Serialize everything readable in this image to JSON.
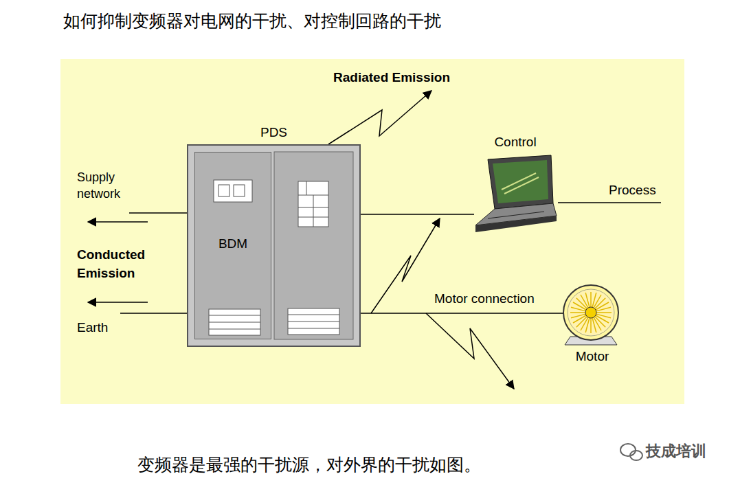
{
  "diagram": {
    "title": "如何抑制变频器对电网的干扰、对控制回路的干扰",
    "caption": "变频器是最强的干扰源，对外界的干扰如图。",
    "nodes": [
      {
        "text": [
          "PDS"
        ]
      },
      {
        "text": [
          "BDM"
        ],
        "in": 0
      },
      {
        "text": [
          "Control"
        ]
      },
      {
        "text": [
          "Motor"
        ]
      }
    ],
    "edges": [
      {
        "from": 0,
        "to": 2,
        "arrow": "none"
      },
      {
        "from": 0,
        "to": 3,
        "label": "Motor connection",
        "arrow": "none"
      }
    ],
    "labels": [
      "Radiated Emission",
      "Supply network",
      "Conducted Emission",
      "Earth",
      "Process",
      "技成培训"
    ]
  }
}
